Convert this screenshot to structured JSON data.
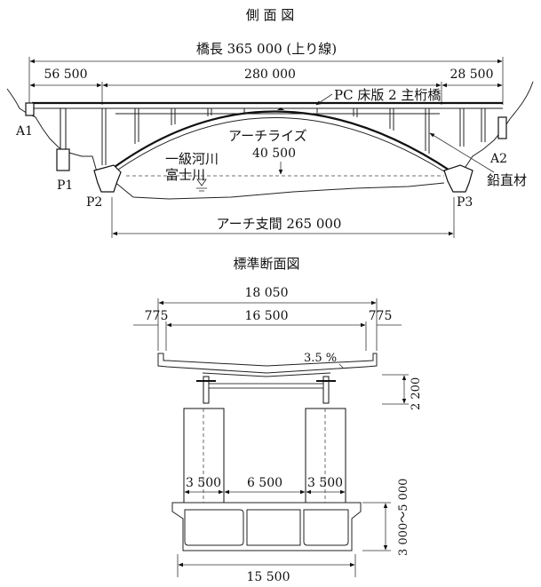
{
  "side_view": {
    "title": "側 面 図",
    "bridge_length_label": "橋長 365 000 (上り線)",
    "span_left": "56 500",
    "span_center": "280 000",
    "span_right": "28 500",
    "girder_label": "PC 床版 2 主桁橋",
    "arch_rise_label": "アーチライズ",
    "arch_rise_value": "40 500",
    "river_line1": "一級河川",
    "river_line2": "富士川",
    "vertical_member_label": "鉛直材",
    "arch_span_label": "アーチ支間 265 000",
    "supports": {
      "a1": "A1",
      "a2": "A2",
      "p1": "P1",
      "p2": "P2",
      "p3": "P3"
    }
  },
  "section_view": {
    "title": "標準断面図",
    "total_width": "18 050",
    "left_edge": "775",
    "deck_width": "16 500",
    "right_edge": "775",
    "slope": "3.5 %",
    "girder_height": "2 200",
    "column_width_left": "3 500",
    "column_spacing": "6 500",
    "column_width_right": "3 500",
    "box_height": "3 000～5 000",
    "base_width": "15 500"
  }
}
